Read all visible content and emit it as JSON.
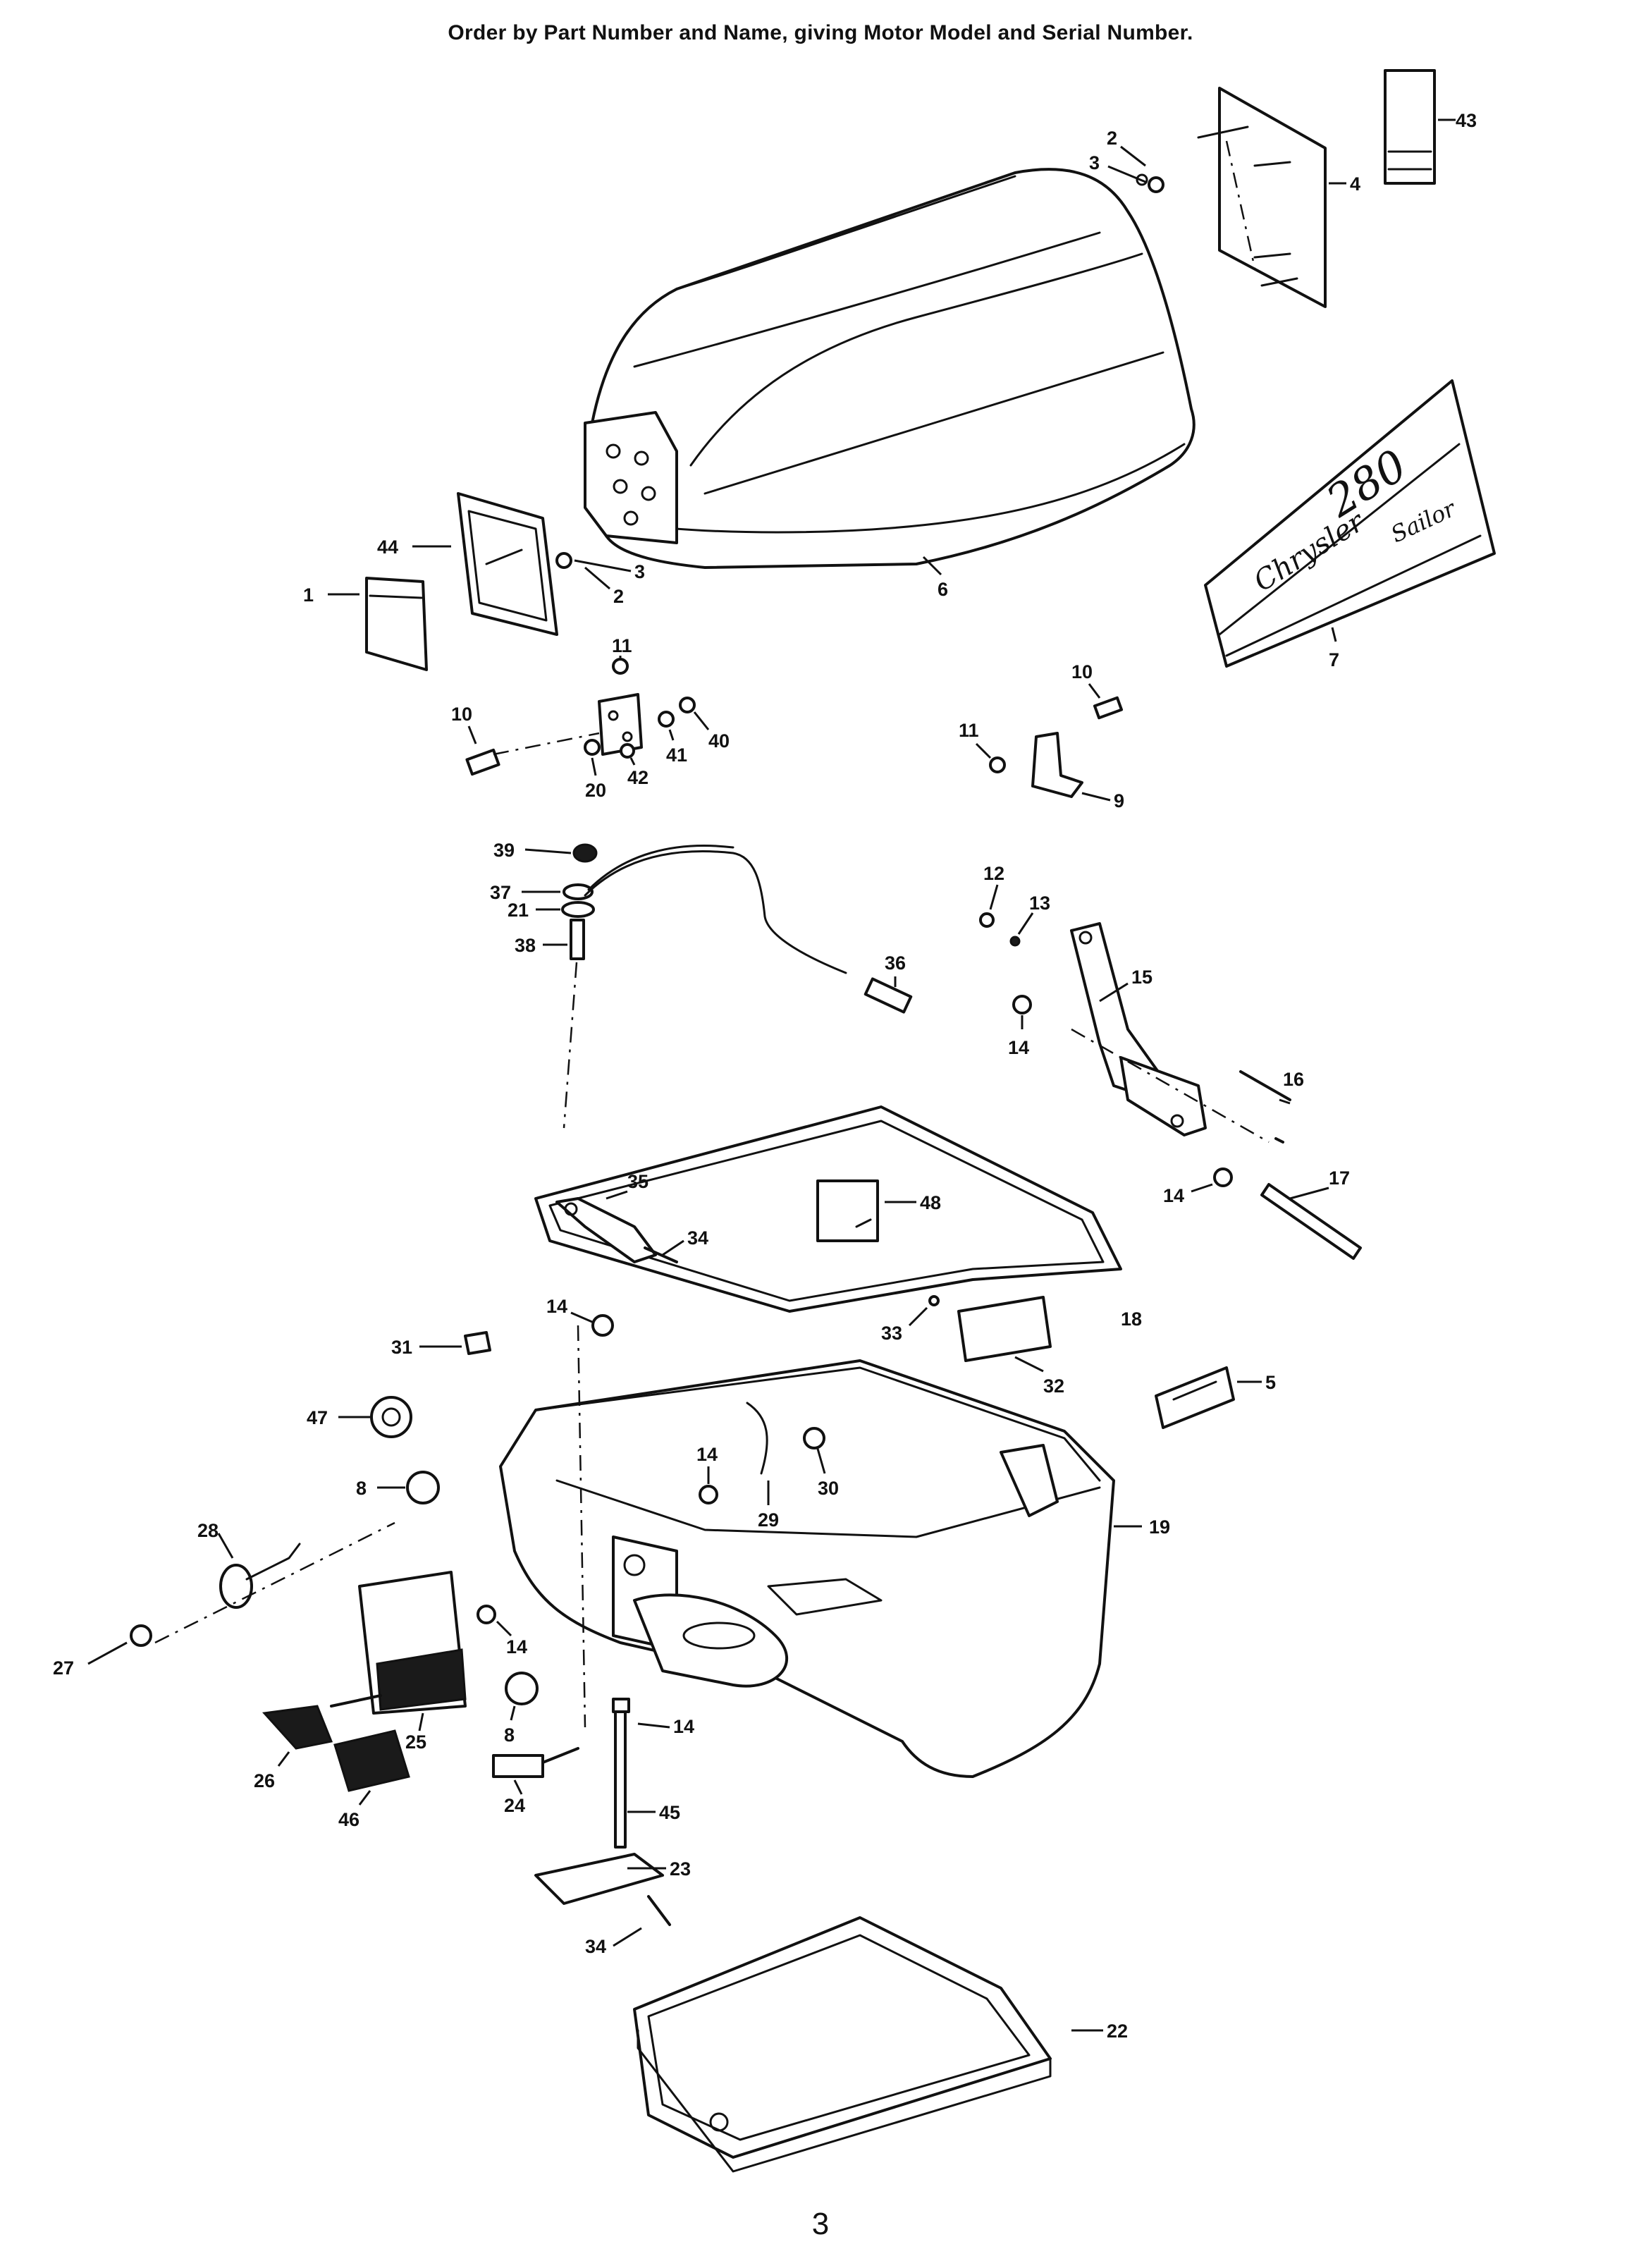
{
  "header": {
    "text": "Order by Part Number and Name, giving Motor Model and Serial Number."
  },
  "page_number": "3",
  "decal": {
    "brand": "Chrysler",
    "model": "280",
    "name": "Sailor"
  },
  "callouts": [
    {
      "id": "c1",
      "label": "1"
    },
    {
      "id": "c2a",
      "label": "2"
    },
    {
      "id": "c2b",
      "label": "2"
    },
    {
      "id": "c3a",
      "label": "3"
    },
    {
      "id": "c3b",
      "label": "3"
    },
    {
      "id": "c4",
      "label": "4"
    },
    {
      "id": "c5",
      "label": "5"
    },
    {
      "id": "c6",
      "label": "6"
    },
    {
      "id": "c7",
      "label": "7"
    },
    {
      "id": "c8a",
      "label": "8"
    },
    {
      "id": "c8b",
      "label": "8"
    },
    {
      "id": "c9",
      "label": "9"
    },
    {
      "id": "c10a",
      "label": "10"
    },
    {
      "id": "c10b",
      "label": "10"
    },
    {
      "id": "c11a",
      "label": "11"
    },
    {
      "id": "c11b",
      "label": "11"
    },
    {
      "id": "c12",
      "label": "12"
    },
    {
      "id": "c13",
      "label": "13"
    },
    {
      "id": "c14a",
      "label": "14"
    },
    {
      "id": "c14b",
      "label": "14"
    },
    {
      "id": "c14c",
      "label": "14"
    },
    {
      "id": "c14d",
      "label": "14"
    },
    {
      "id": "c14e",
      "label": "14"
    },
    {
      "id": "c14f",
      "label": "14"
    },
    {
      "id": "c15",
      "label": "15"
    },
    {
      "id": "c16",
      "label": "16"
    },
    {
      "id": "c17",
      "label": "17"
    },
    {
      "id": "c18",
      "label": "18"
    },
    {
      "id": "c19",
      "label": "19"
    },
    {
      "id": "c20",
      "label": "20"
    },
    {
      "id": "c21",
      "label": "21"
    },
    {
      "id": "c22",
      "label": "22"
    },
    {
      "id": "c23",
      "label": "23"
    },
    {
      "id": "c24",
      "label": "24"
    },
    {
      "id": "c25",
      "label": "25"
    },
    {
      "id": "c26",
      "label": "26"
    },
    {
      "id": "c27",
      "label": "27"
    },
    {
      "id": "c28",
      "label": "28"
    },
    {
      "id": "c29",
      "label": "29"
    },
    {
      "id": "c30",
      "label": "30"
    },
    {
      "id": "c31",
      "label": "31"
    },
    {
      "id": "c32",
      "label": "32"
    },
    {
      "id": "c33",
      "label": "33"
    },
    {
      "id": "c34a",
      "label": "34"
    },
    {
      "id": "c34b",
      "label": "34"
    },
    {
      "id": "c35",
      "label": "35"
    },
    {
      "id": "c36",
      "label": "36"
    },
    {
      "id": "c37",
      "label": "37"
    },
    {
      "id": "c38",
      "label": "38"
    },
    {
      "id": "c39",
      "label": "39"
    },
    {
      "id": "c40",
      "label": "40"
    },
    {
      "id": "c41",
      "label": "41"
    },
    {
      "id": "c42",
      "label": "42"
    },
    {
      "id": "c43",
      "label": "43"
    },
    {
      "id": "c44",
      "label": "44"
    },
    {
      "id": "c45",
      "label": "45"
    },
    {
      "id": "c46",
      "label": "46"
    },
    {
      "id": "c47",
      "label": "47"
    },
    {
      "id": "c48",
      "label": "48"
    }
  ]
}
